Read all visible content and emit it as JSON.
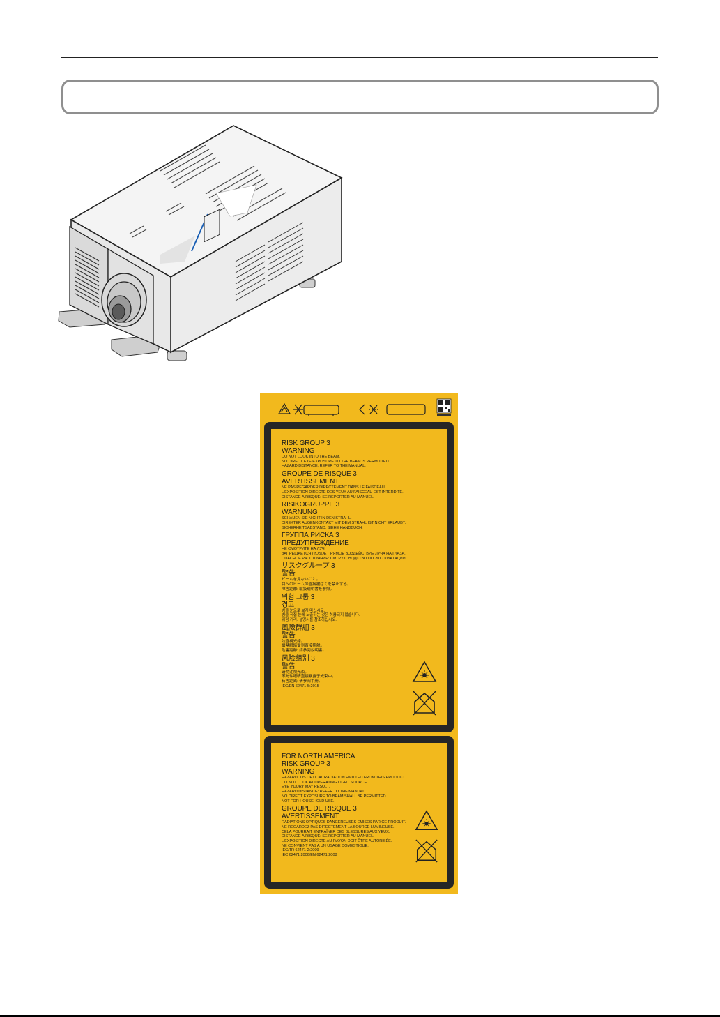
{
  "label": {
    "panel1": [
      {
        "kind": "h",
        "text": "RISK GROUP 3"
      },
      {
        "kind": "h",
        "text": "WARNING"
      },
      {
        "kind": "b",
        "text": "DO NOT LOOK INTO THE BEAM."
      },
      {
        "kind": "b",
        "text": "NO DIRECT EYE EXPOSURE TO THE BEAM IS PERMITTED."
      },
      {
        "kind": "b",
        "text": "HAZARD DISTANCE: REFER TO THE MANUAL."
      },
      {
        "kind": "h",
        "text": "GROUPE DE RISQUE 3"
      },
      {
        "kind": "h",
        "text": "AVERTISSEMENT"
      },
      {
        "kind": "b",
        "text": "NE PAS REGARDER DIRECTEMENT DANS LE FAISCEAU."
      },
      {
        "kind": "b",
        "text": "L'EXPOSITION DIRECTE DES YEUX AU FAISCEAU EST INTERDITE."
      },
      {
        "kind": "b",
        "text": "DISTANCE À RISQUE: SE REPORTER AU MANUEL."
      },
      {
        "kind": "h",
        "text": "RISIKOGRUPPE 3"
      },
      {
        "kind": "h",
        "text": "WARNUNG"
      },
      {
        "kind": "b",
        "text": "SCHAUEN SIE NICHT IN DEN STRAHL."
      },
      {
        "kind": "b",
        "text": "DIREKTER AUGENKONTAKT MIT DEM STRAHL IST NICHT ERLAUBT."
      },
      {
        "kind": "b",
        "text": "SICHERHEITSABSTAND: SIEHE HANDBUCH."
      },
      {
        "kind": "h",
        "text": "ГРУППА РИСКА 3"
      },
      {
        "kind": "h",
        "text": "ПРЕДУПРЕЖДЕНИЕ"
      },
      {
        "kind": "b",
        "text": "НЕ СМОТРИТЕ НА ЛУЧ."
      },
      {
        "kind": "b",
        "text": "ЗАПРЕЩАЕТСЯ ЛЮБОЕ ПРЯМОЕ ВОЗДЕЙСТВИЕ ЛУЧА НА ГЛАЗА."
      },
      {
        "kind": "b",
        "text": "ОПАСНОЕ РАССТОЯНИЕ: СМ. РУКОВОДСТВО ПО ЭКСПЛУАТАЦИИ."
      },
      {
        "kind": "h",
        "text": "リスクグループ 3"
      },
      {
        "kind": "h",
        "text": "警告"
      },
      {
        "kind": "b",
        "text": "ビームを見ないこと。"
      },
      {
        "kind": "b",
        "text": "目へのビームの直接被ばくを禁止する。"
      },
      {
        "kind": "b",
        "text": "障害距離: 取扱説明書を参照。"
      },
      {
        "kind": "h",
        "text": "위험 그룹 3"
      },
      {
        "kind": "h",
        "text": "경고"
      },
      {
        "kind": "b",
        "text": "빔을 눈으로 보지 마십시오."
      },
      {
        "kind": "b",
        "text": "빔을 직접 눈에 노출하는 것은 허용되지 않습니다."
      },
      {
        "kind": "b",
        "text": "위험 거리: 설명서를 참조하십시오."
      },
      {
        "kind": "h",
        "text": "風險群組 3"
      },
      {
        "kind": "h",
        "text": "警告"
      },
      {
        "kind": "b",
        "text": "勿直視光線。"
      },
      {
        "kind": "b",
        "text": "嚴禁眼睛受到直接照射。"
      },
      {
        "kind": "b",
        "text": "危害距離: 請參閱說明書。"
      },
      {
        "kind": "h",
        "text": "风险组别 3"
      },
      {
        "kind": "h",
        "text": "警告"
      },
      {
        "kind": "b",
        "text": "请勿注视光束。"
      },
      {
        "kind": "b",
        "text": "不允许眼睛直接暴露于光束中。"
      },
      {
        "kind": "b",
        "text": "有害距离: 请参阅手册。"
      },
      {
        "kind": "b",
        "text": "IEC/EN 62471-5:2015"
      }
    ],
    "panel2": [
      {
        "kind": "h",
        "text": "FOR NORTH AMERICA"
      },
      {
        "kind": "h",
        "text": "RISK GROUP 3"
      },
      {
        "kind": "h",
        "text": "WARNING"
      },
      {
        "kind": "b",
        "text": "HAZARDOUS OPTICAL RADIATION EMITTED FROM THIS PRODUCT."
      },
      {
        "kind": "b",
        "text": "DO NOT LOOK AT OPERATING LIGHT SOURCE."
      },
      {
        "kind": "b",
        "text": "EYE INJURY MAY RESULT."
      },
      {
        "kind": "b",
        "text": "HAZARD DISTANCE: REFER TO THE MANUAL."
      },
      {
        "kind": "b",
        "text": "NO DIRECT EXPOSURE TO BEAM SHALL BE PERMITTED."
      },
      {
        "kind": "b",
        "text": "NOT FOR HOUSEHOLD USE."
      },
      {
        "kind": "h",
        "text": "GROUPE DE RISQUE 3"
      },
      {
        "kind": "h",
        "text": "AVERTISSEMENT"
      },
      {
        "kind": "b",
        "text": "RADIATIONS OPTIQUES DANGEREUSES EMISES PAR CE PRODUIT."
      },
      {
        "kind": "b",
        "text": "NE REGARDEZ PAS DIRECTEMENT LA SOURCE LUMINEUSE."
      },
      {
        "kind": "b",
        "text": "CELA POURRAIT ENTRAÎNER DES BLESSURES AUX YEUX."
      },
      {
        "kind": "b",
        "text": "DISTANCE À RISQUE: SE REPORTER AU MANUEL."
      },
      {
        "kind": "b",
        "text": "L'EXPOSITION DIRECTE AU RAYON DOIT ÊTRE AUTORISÉE."
      },
      {
        "kind": "b",
        "text": "NE CONVIENT PAS A UN USAGE DOMESTIQUE."
      },
      {
        "kind": "b",
        "text": "IEC/TR 62471-2:2009"
      },
      {
        "kind": "b",
        "text": "IEC 62471:2006/EN 62471:2008"
      }
    ]
  }
}
